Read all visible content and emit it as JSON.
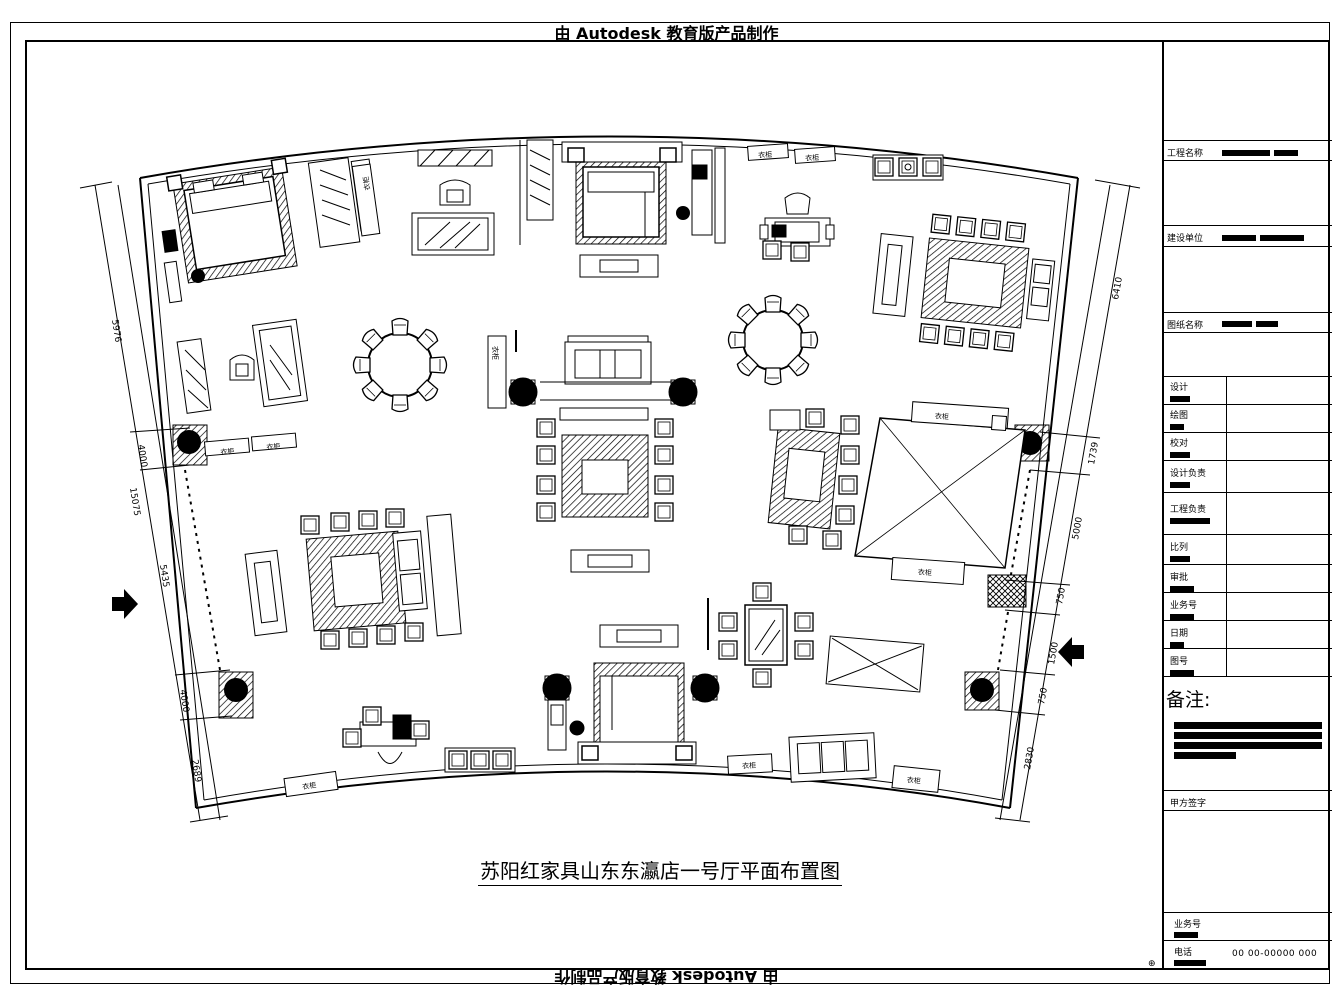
{
  "watermark": "由 Autodesk 教育版产品制作",
  "drawing_title": "苏阳红家具山东东瀛店一号厅平面布置图",
  "dimensions": {
    "left": [
      "5976",
      "4000",
      "15075",
      "5435",
      "4000",
      "2689"
    ],
    "right": [
      "6410",
      "1739",
      "5000",
      "750",
      "1500",
      "750",
      "2830"
    ]
  },
  "room_labels": [
    "衣柜",
    "衣柜",
    "衣柜",
    "衣柜",
    "衣柜",
    "衣柜",
    "衣柜",
    "衣柜",
    "衣柜",
    "衣柜",
    "衣柜"
  ],
  "title_block": {
    "project_name": "工程名称",
    "client": "建设单位",
    "drawing_name": "图纸名称",
    "roles": [
      "设计",
      "绘图",
      "校对",
      "设计负责",
      "工程负责",
      "比列",
      "审批",
      "业务号",
      "日期",
      "图号"
    ],
    "remarks": "备注:",
    "owner_signature": "甲方签字",
    "business_no": "业务号",
    "phone": "电话",
    "phone_value": "00 00-00000 000"
  }
}
